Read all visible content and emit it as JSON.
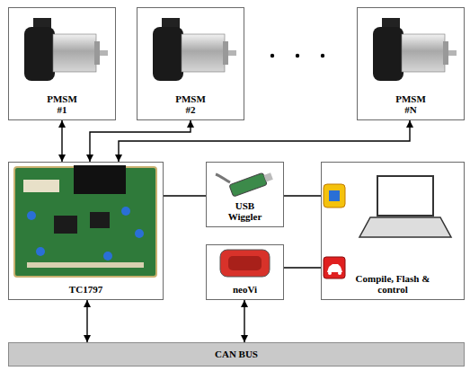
{
  "diagram": {
    "nodes": [
      {
        "text": [
          "PMSM #1"
        ]
      },
      {
        "text": [
          "PMSM #2"
        ]
      },
      {
        "text": [
          "PMSM #N"
        ]
      },
      {
        "text": [
          "TC1797"
        ]
      },
      {
        "text": [
          "USB Wiggler"
        ]
      },
      {
        "text": [
          "neoVi"
        ]
      },
      {
        "text": [
          "Compile, Flash & control"
        ]
      },
      {
        "text": [
          "CAN BUS"
        ]
      }
    ],
    "edges": [
      {
        "from": 0,
        "to": 3,
        "arrow": "both"
      },
      {
        "from": 1,
        "to": 3,
        "arrow": "both"
      },
      {
        "from": 2,
        "to": 3,
        "arrow": "both"
      },
      {
        "from": 3,
        "to": 4,
        "arrow": "none"
      },
      {
        "from": 4,
        "to": 6,
        "arrow": "none"
      },
      {
        "from": 5,
        "to": 6,
        "arrow": "none"
      },
      {
        "from": 3,
        "to": 7,
        "arrow": "both"
      },
      {
        "from": 5,
        "to": 7,
        "arrow": "both"
      }
    ]
  }
}
